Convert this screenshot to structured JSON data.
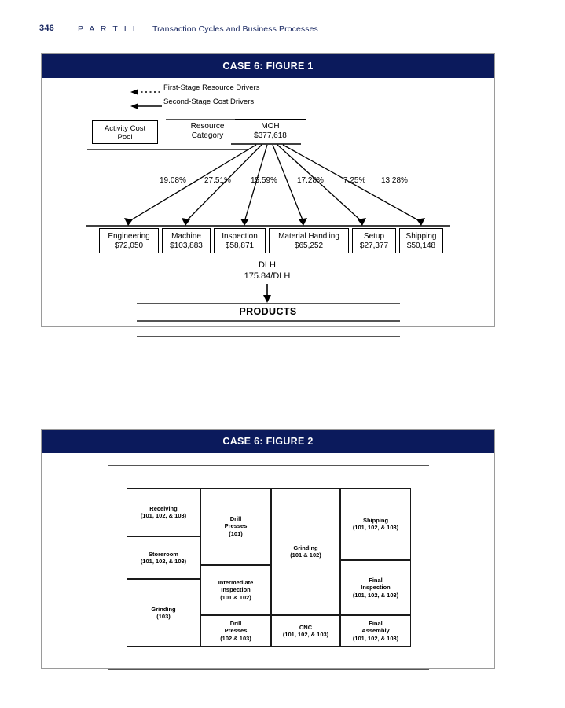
{
  "running_head": {
    "page_number": "346",
    "part": "P A R T  I I",
    "title": "Transaction Cycles and Business Processes"
  },
  "figure1": {
    "bar_title": "CASE 6: FIGURE 1",
    "legend": [
      {
        "style": "dashed-arrow",
        "label": "First-Stage Resource Drivers"
      },
      {
        "style": "solid-arrow",
        "label": "Second-Stage Cost Drivers"
      }
    ],
    "row_labels": {
      "activity_cost_pool": "Activity Cost\nPool",
      "activity_cost_pool_line1": "Activity Cost",
      "activity_cost_pool_line2": "Pool",
      "resource_category_line1": "Resource",
      "resource_category_line2": "Category"
    },
    "resource": {
      "name": "MOH",
      "amount": "$377,618"
    },
    "drivers": [
      "19.08%",
      "27.51%",
      "15.59%",
      "17.28%",
      "7.25%",
      "13.28%"
    ],
    "cost_pools": [
      {
        "name": "Engineering",
        "amount": "$72,050"
      },
      {
        "name": "Machine",
        "amount": "$103,883"
      },
      {
        "name": "Inspection",
        "amount": "$58,871"
      },
      {
        "name": "Material Handling",
        "amount": "$65,252"
      },
      {
        "name": "Setup",
        "amount": "$27,377"
      },
      {
        "name": "Shipping",
        "amount": "$50,148"
      }
    ],
    "second_stage": {
      "driver": "DLH",
      "rate": "175.84/DLH",
      "target": "PRODUCTS"
    }
  },
  "figure2": {
    "bar_title": "CASE 6: FIGURE 2",
    "cells": [
      {
        "name": "Receiving",
        "products": "(101, 102, & 103)"
      },
      {
        "name": "Storeroom",
        "products": "(101, 102, & 103)"
      },
      {
        "name": "Grinding",
        "products": "(103)"
      },
      {
        "name": "Drill\nPresses",
        "products": "(101)"
      },
      {
        "name": "Intermediate\nInspection",
        "products": "(101 & 102)"
      },
      {
        "name": "Drill\nPresses",
        "products": "(102 & 103)"
      },
      {
        "name": "Grinding",
        "products": "(101 & 102)"
      },
      {
        "name": "CNC",
        "products": "(101, 102, & 103)"
      },
      {
        "name": "Shipping",
        "products": "(101, 102, & 103)"
      },
      {
        "name": "Final\nInspection",
        "products": "(101, 102, & 103)"
      },
      {
        "name": "Final\nAssembly",
        "products": "(101, 102, & 103)"
      }
    ]
  },
  "colors": {
    "navy": "#0b1a5c",
    "head_text": "#1b2a63",
    "rule": "#555555"
  }
}
